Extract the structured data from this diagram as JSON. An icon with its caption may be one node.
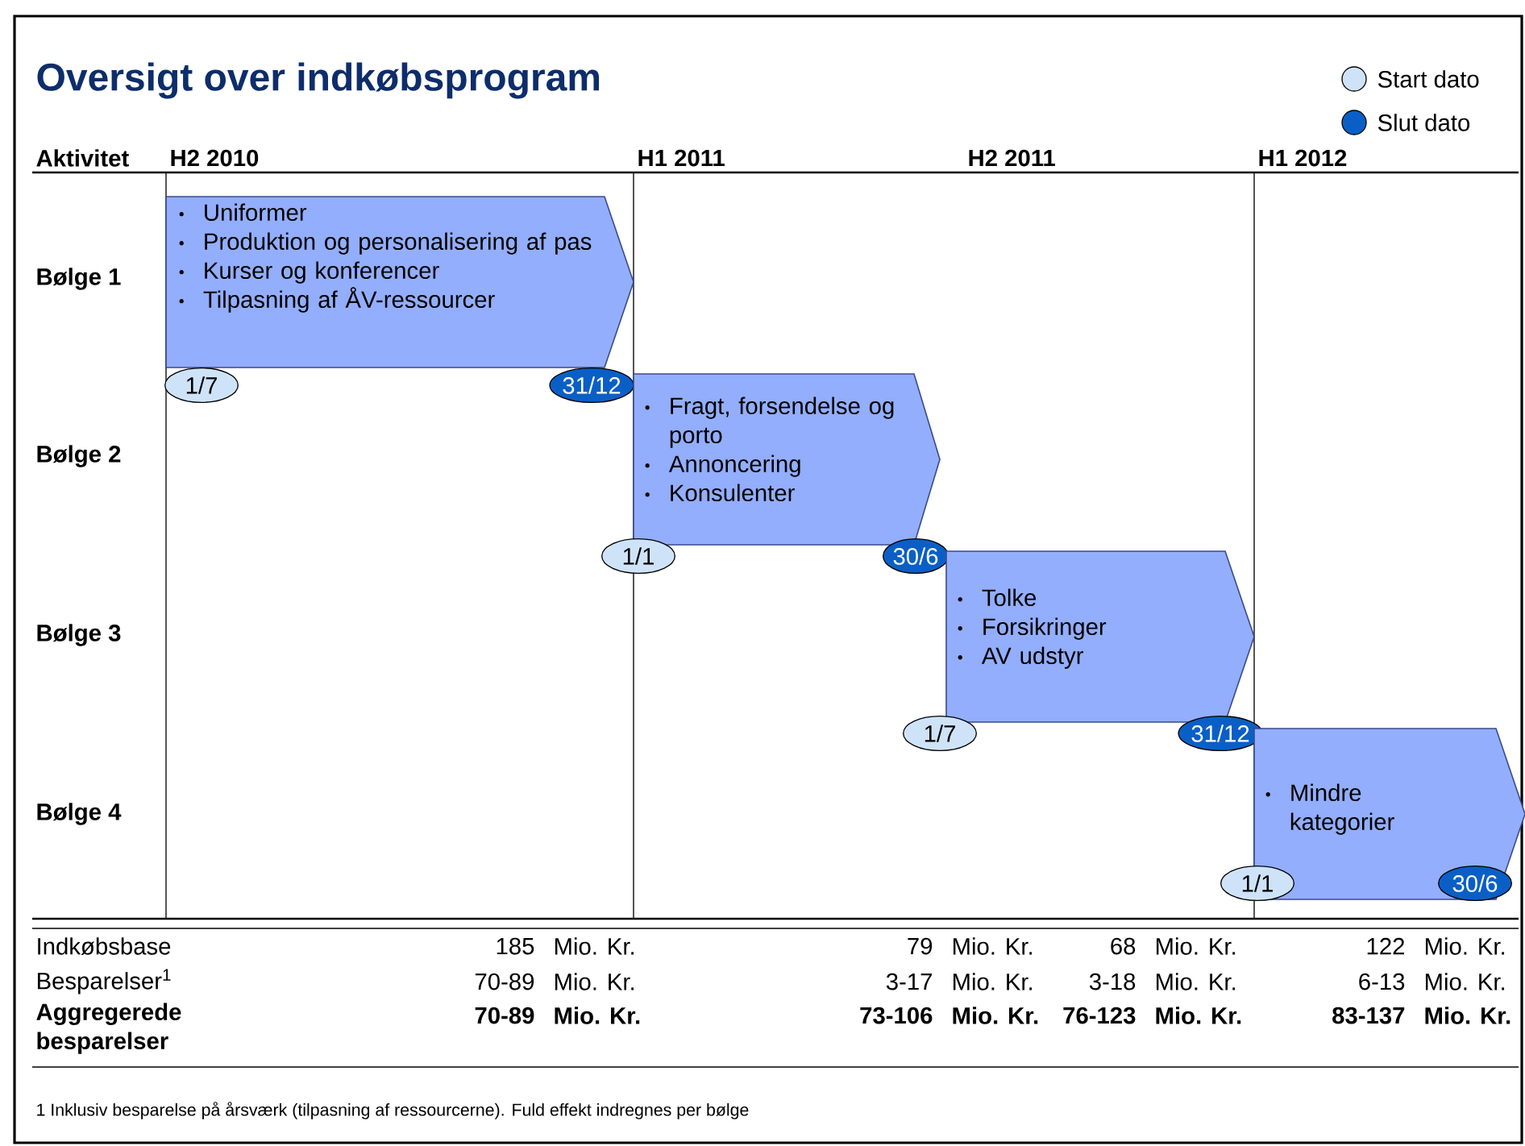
{
  "diagram": {
    "title": "Oversigt over indkøbsprogram",
    "nodes": [
      {
        "text": [
          "Uniformer",
          "Produktion og personalisering af pas",
          "Kurser og konferencer",
          "Tilpasning af ÅV-ressourcer"
        ]
      },
      {
        "text": [
          "1/7"
        ]
      },
      {
        "text": [
          "31/12"
        ]
      },
      {
        "text": [
          "Fragt, forsendelse og porto",
          "Annoncering",
          "Konsulenter"
        ]
      },
      {
        "text": [
          "1/1"
        ]
      },
      {
        "text": [
          "30/6"
        ]
      },
      {
        "text": [
          "Tolke",
          "Forsikringer",
          "AV udstyr"
        ]
      },
      {
        "text": [
          "1/7"
        ]
      },
      {
        "text": [
          "31/12"
        ]
      },
      {
        "text": [
          "Mindre kategorier"
        ]
      },
      {
        "text": [
          "1/1"
        ]
      },
      {
        "text": [
          "30/6"
        ],
        "in": 9
      }
    ],
    "labels": [
      "Aktivitet",
      "H2 2010",
      "H1 2011",
      "H2 2011",
      "H1 2012",
      "Bølge 1",
      "Bølge 2",
      "Bølge 3",
      "Bølge 4",
      "Indkøbsbase",
      "185",
      "Mio. Kr.",
      "79",
      "Mio. Kr.",
      "68",
      "Mio. Kr.",
      "122",
      "Mio. Kr.",
      "Besparelser$^{1}$",
      "70-89",
      "Mio. Kr.",
      "3-17",
      "Mio. Kr.",
      "3-18",
      "Mio. Kr.",
      "6-13",
      "Mio. Kr.",
      "Aggregerede besparelser",
      "70-89",
      "Mio. Kr.",
      "73-106",
      "Mio. Kr.",
      "76-123",
      "Mio. Kr.",
      "83-137",
      "Mio. Kr.",
      "1 Inklusiv besparelse på årsværk (tilpasning af ressourcerne). Fuld effekt indregnes per bølge"
    ],
    "legend": [
      {
        "text": "Start dato",
        "color": "#cfe3f8"
      },
      {
        "text": "Slut dato",
        "color": "#0a5fc6"
      }
    ]
  }
}
